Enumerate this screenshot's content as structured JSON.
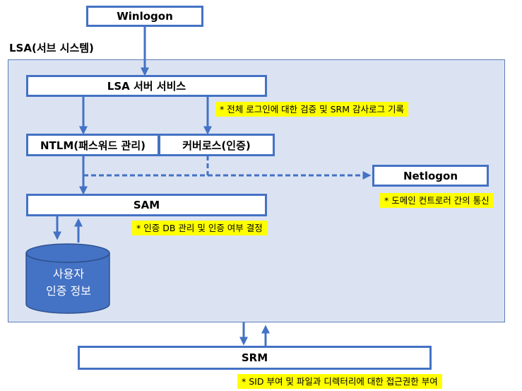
{
  "nodes": {
    "winlogon": "Winlogon",
    "lsa_region": "LSA(서브 시스템)",
    "lsa_service": "LSA 서버 서비스",
    "ntlm": "NTLM(패스워드 관리)",
    "kerberos": "커버로스(인증)",
    "netlogon": "Netlogon",
    "sam": "SAM",
    "user_db_line1": "사용자",
    "user_db_line2": "인증 정보",
    "srm": "SRM"
  },
  "notes": {
    "lsa_service": "*  전체 로그인에 대한 검증 및 SRM 감사로그 기록",
    "netlogon": "*  도메인 컨트로러 간의 통신",
    "sam": "*  인증 DB 관리 및 인증 여부 결정",
    "srm": "*  SID 부여 및 파일과 디렉터리에 대한 접근권한 부여"
  },
  "colors": {
    "box_border": "#4472c4",
    "region_fill": "#dbe3f3",
    "database_fill": "#4472c4",
    "note_highlight": "#ffff00"
  }
}
